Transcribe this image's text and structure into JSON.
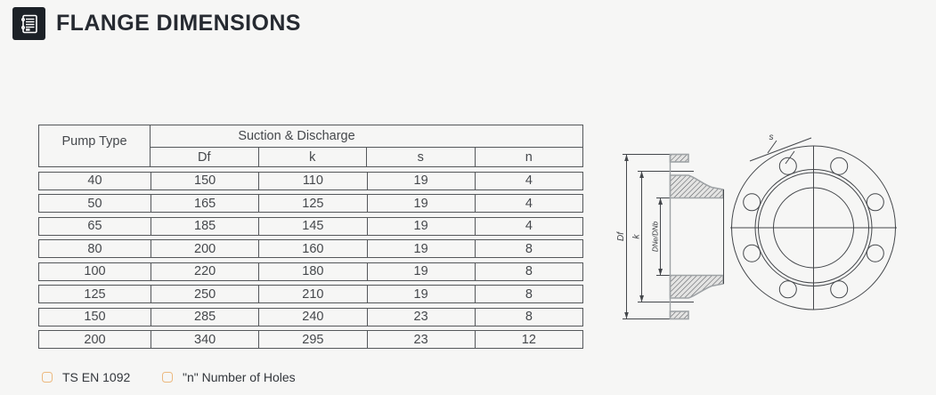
{
  "header": {
    "title": "FLANGE DIMENSIONS",
    "icon": "notebook-icon"
  },
  "table": {
    "pump_type_header": "Pump Type",
    "group_header": "Suction & Discharge",
    "columns": [
      "Df",
      "k",
      "s",
      "n"
    ],
    "rows": [
      {
        "type": "40",
        "df": "150",
        "k": "110",
        "s": "19",
        "n": "4"
      },
      {
        "type": "50",
        "df": "165",
        "k": "125",
        "s": "19",
        "n": "4"
      },
      {
        "type": "65",
        "df": "185",
        "k": "145",
        "s": "19",
        "n": "4"
      },
      {
        "type": "80",
        "df": "200",
        "k": "160",
        "s": "19",
        "n": "8"
      },
      {
        "type": "100",
        "df": "220",
        "k": "180",
        "s": "19",
        "n": "8"
      },
      {
        "type": "125",
        "df": "250",
        "k": "210",
        "s": "19",
        "n": "8"
      },
      {
        "type": "150",
        "df": "285",
        "k": "240",
        "s": "23",
        "n": "8"
      },
      {
        "type": "200",
        "df": "340",
        "k": "295",
        "s": "23",
        "n": "12"
      }
    ]
  },
  "footnotes": [
    {
      "label": "TS EN 1092"
    },
    {
      "label": "\"n\" Number of Holes"
    }
  ],
  "drawing": {
    "label_df": "Df",
    "label_k": "k",
    "label_bore": "DNe/DNb",
    "label_hole": "s"
  },
  "colors": {
    "accent_orange": "#ecb97f",
    "icon_background": "#1c2127",
    "table_border": "#54575a",
    "title_text": "#262a31",
    "line_color": "#44474b"
  }
}
